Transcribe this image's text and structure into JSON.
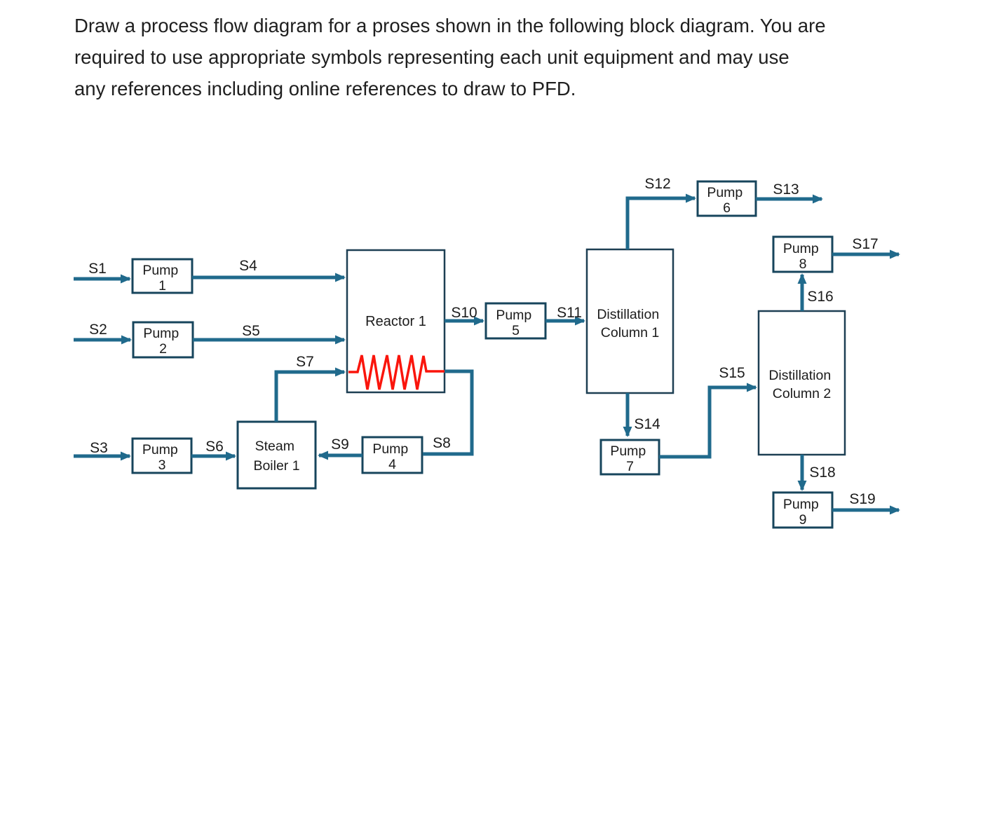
{
  "page": {
    "background": "#ffffff"
  },
  "instruction": {
    "lines": [
      "Draw a process flow diagram for a proses shown in the following block diagram. You are",
      "required to use appropriate symbols representing each unit equipment and may use",
      "any references including online references to draw to PFD."
    ]
  },
  "colors": {
    "stream_line": "#206a8c",
    "pump_border": "#17455c",
    "vessel_border": "#1d3f53",
    "heating_coil": "#fa150c",
    "text": "#1c1c1c"
  },
  "diagram": {
    "equipment": {
      "pump1": {
        "name": "Pump",
        "number": "1"
      },
      "pump2": {
        "name": "Pump",
        "number": "2"
      },
      "pump3": {
        "name": "Pump",
        "number": "3"
      },
      "pump4": {
        "name": "Pump",
        "number": "4"
      },
      "pump5": {
        "name": "Pump",
        "number": "5"
      },
      "pump6": {
        "name": "Pump",
        "number": "6"
      },
      "pump7": {
        "name": "Pump",
        "number": "7"
      },
      "pump8": {
        "name": "Pump",
        "number": "8"
      },
      "pump9": {
        "name": "Pump",
        "number": "9"
      },
      "reactor1": {
        "name": "Reactor 1"
      },
      "steam_boiler1": {
        "line1": "Steam",
        "line2": "Boiler 1"
      },
      "distillation_column1": {
        "line1": "Distillation",
        "line2": "Column 1"
      },
      "distillation_column2": {
        "line1": "Distillation",
        "line2": "Column 2"
      }
    },
    "streams": {
      "s1": "S1",
      "s2": "S2",
      "s3": "S3",
      "s4": "S4",
      "s5": "S5",
      "s6": "S6",
      "s7": "S7",
      "s8": "S8",
      "s9": "S9",
      "s10": "S10",
      "s11": "S11",
      "s12": "S12",
      "s13": "S13",
      "s14": "S14",
      "s15": "S15",
      "s16": "S16",
      "s17": "S17",
      "s18": "S18",
      "s19": "S19"
    }
  }
}
